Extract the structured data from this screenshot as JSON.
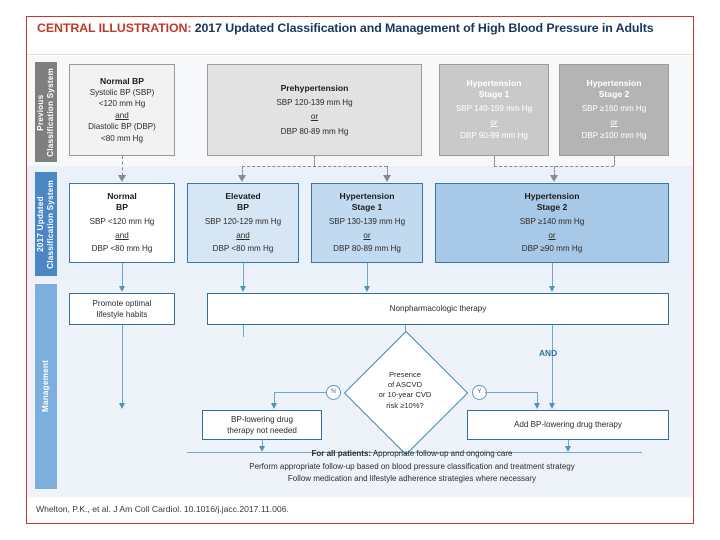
{
  "header": {
    "label": "CENTRAL ILLUSTRATION:",
    "title": "2017 Updated Classification and Management of High Blood Pressure in Adults"
  },
  "side_tabs": {
    "previous": "Previous\nClassification System",
    "updated": "2017 Updated\nClassification System",
    "management": "Management"
  },
  "previous_system": [
    {
      "name": "normal-bp",
      "heading": "Normal BP",
      "lines": [
        "Systolic BP (SBP)",
        "<120 mm Hg",
        "and",
        "Diastolic BP (DBP)",
        "<80 mm Hg"
      ]
    },
    {
      "name": "prehypertension",
      "heading": "Prehypertension",
      "lines": [
        "SBP 120-139 mm Hg",
        "or",
        "DBP 80-89 mm Hg"
      ]
    },
    {
      "name": "hypertension-stage-1",
      "heading": "Hypertension",
      "heading2": "Stage 1",
      "lines": [
        "SBP 140-159 mm Hg",
        "or",
        "DBP 90-99 mm Hg"
      ]
    },
    {
      "name": "hypertension-stage-2",
      "heading": "Hypertension",
      "heading2": "Stage 2",
      "lines": [
        "SBP ≥160 mm Hg",
        "or",
        "DBP ≥100 mm Hg"
      ]
    }
  ],
  "updated_system": [
    {
      "name": "normal-bp",
      "heading": "Normal",
      "heading2": "BP",
      "lines": [
        "SBP <120 mm Hg",
        "and",
        "DBP <80 mm Hg"
      ]
    },
    {
      "name": "elevated-bp",
      "heading": "Elevated",
      "heading2": "BP",
      "lines": [
        "SBP 120-129 mm Hg",
        "and",
        "DBP <80 mm Hg"
      ]
    },
    {
      "name": "hypertension-stage-1",
      "heading": "Hypertension",
      "heading2": "Stage 1",
      "lines": [
        "SBP 130-139 mm Hg",
        "or",
        "DBP 80-89 mm Hg"
      ]
    },
    {
      "name": "hypertension-stage-2",
      "heading": "Hypertension",
      "heading2": "Stage 2",
      "lines": [
        "SBP ≥140 mm Hg",
        "or",
        "DBP ≥90 mm Hg"
      ]
    }
  ],
  "management": {
    "lifestyle": "Promote optimal\nlifestyle habits",
    "nonpharm": "Nonpharmacologic therapy",
    "decision": "Presence\nof ASCVD\nor 10-year CVD\nrisk ≥10%?",
    "decision_no": "N",
    "decision_yes": "Y",
    "no_branch": "BP-lowering drug\ntherapy not needed",
    "yes_branch": "Add BP-lowering drug therapy",
    "and_label": "AND",
    "footer_bold": "For all patients:",
    "footer_line1": " Appropriate follow-up and ongoing care",
    "footer_line2": "Perform appropriate follow-up based on blood pressure classification and treatment strategy",
    "footer_line3": "Follow medication and lifestyle adherence strategies where necessary"
  },
  "citation": "Whelton, P.K., et al. J Am Coll Cardiol. 10.1016/j.jacc.2017.11.006.",
  "colors": {
    "accent_red": "#c0392b",
    "title_navy": "#17365d",
    "blue_box": "#a8c8e8",
    "connector": "#6fa8cf",
    "gray_tab": "#7f7f7f",
    "blue_tab": "#4a87c4"
  }
}
